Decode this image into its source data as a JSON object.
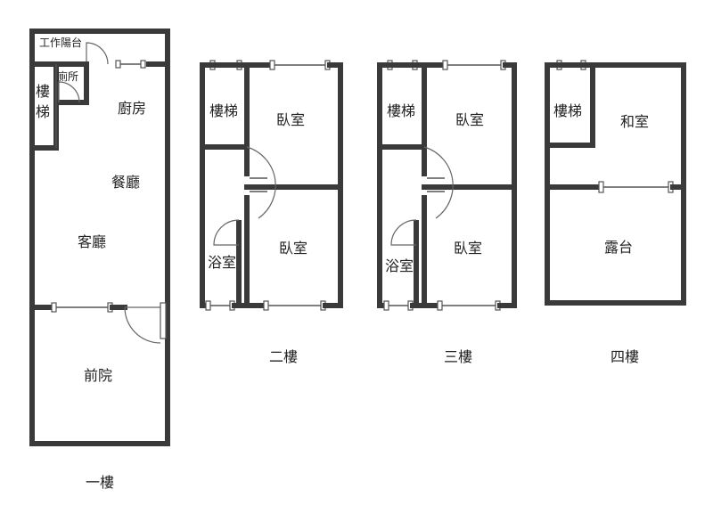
{
  "floors": {
    "f1": {
      "title": "一樓",
      "rooms": {
        "balcony": "工作陽台",
        "toilet": "廁所",
        "stairs": "樓\n梯",
        "kitchen": "廚房",
        "dining": "餐廳",
        "living": "客廳",
        "front_yard": "前院"
      }
    },
    "f2": {
      "title": "二樓",
      "rooms": {
        "stairs": "樓梯",
        "bedroom_top": "臥室",
        "bedroom_bottom": "臥室",
        "bathroom": "浴室"
      }
    },
    "f3": {
      "title": "三樓",
      "rooms": {
        "stairs": "樓梯",
        "bedroom_top": "臥室",
        "bedroom_bottom": "臥室",
        "bathroom": "浴室"
      }
    },
    "f4": {
      "title": "四樓",
      "rooms": {
        "stairs": "樓梯",
        "japanese_room": "和室",
        "terrace": "露台"
      }
    }
  }
}
